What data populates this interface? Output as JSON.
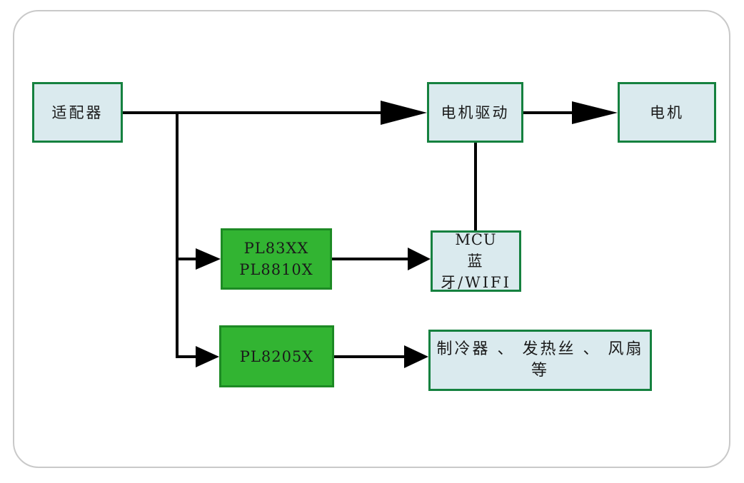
{
  "diagram": {
    "type": "block-diagram",
    "nodes": {
      "adapter": {
        "label": "适配器",
        "kind": "plain"
      },
      "motor_drive": {
        "label": "电机驱动",
        "kind": "plain"
      },
      "motor": {
        "label": "电机",
        "kind": "plain"
      },
      "pl83": {
        "line1": "PL83XX",
        "line2": "PL8810X",
        "kind": "chip"
      },
      "mcu": {
        "line1": "MCU",
        "line2": "蓝牙/WIFI",
        "kind": "plain"
      },
      "pl8205": {
        "label": "PL8205X",
        "kind": "chip"
      },
      "loads": {
        "label": "制冷器 、 发热丝 、 风扇等",
        "kind": "plain"
      }
    },
    "edges": [
      {
        "from": "adapter",
        "to": "motor_drive",
        "arrow": true
      },
      {
        "from": "adapter",
        "to": "pl83",
        "arrow": true
      },
      {
        "from": "adapter",
        "to": "pl8205",
        "arrow": true
      },
      {
        "from": "pl83",
        "to": "mcu",
        "arrow": true
      },
      {
        "from": "pl8205",
        "to": "loads",
        "arrow": true
      },
      {
        "from": "motor_drive",
        "to": "motor",
        "arrow": true
      },
      {
        "from": "motor_drive",
        "to": "mcu",
        "arrow": false
      }
    ],
    "colors": {
      "plain_box_fill": "#daeaee",
      "plain_box_border": "#15813f",
      "chip_box_fill": "#32b432",
      "chip_box_border": "#1d8a24",
      "wire": "#000000",
      "frame_border": "#c9c9c9",
      "background": "#ffffff"
    }
  }
}
